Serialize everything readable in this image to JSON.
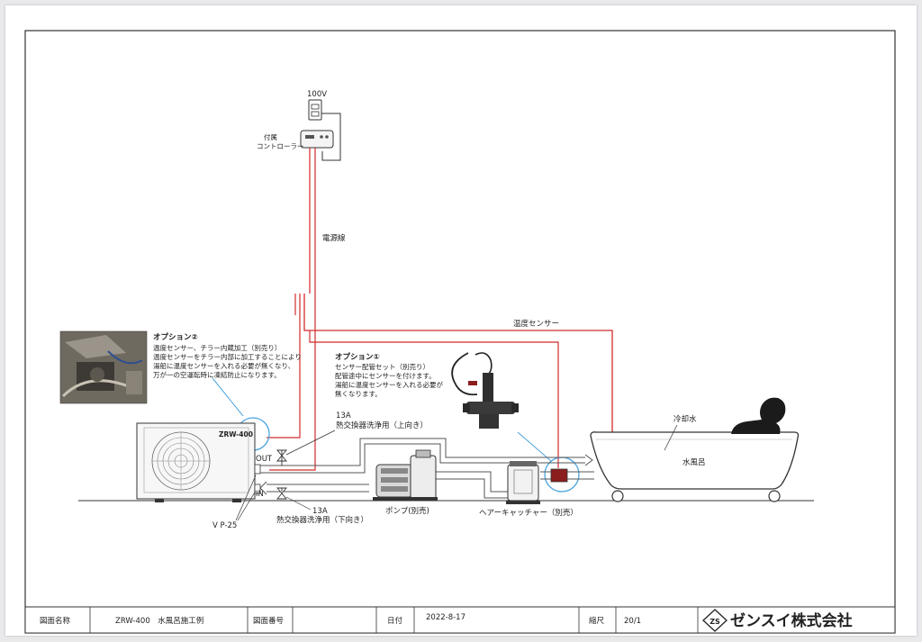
{
  "power": {
    "label": "100V"
  },
  "controller": {
    "label_line1": "付属",
    "label_line2": "コントローラー"
  },
  "power_cable": {
    "label": "電源線"
  },
  "temp_sensor_cable": {
    "label": "温度センサー"
  },
  "option2": {
    "title": "オプション②",
    "lines": [
      "温度センサー、チラー内蔵加工（別売り）",
      "温度センサーをチラー内部に加工することにより",
      "湯船に温度センサーを入れる必要が無くなり、",
      "万が一の空運転時に凍結防止になります。"
    ]
  },
  "option1": {
    "title": "オプション①",
    "lines": [
      "センサー配管セット（別売り）",
      "配管途中にセンサーを付けます。",
      "湯船に温度センサーを入れる必要が",
      "無くなります。"
    ]
  },
  "chiller": {
    "model": "ZRW-400",
    "out_label": "OUT",
    "in_label": "IN"
  },
  "pipe": {
    "label": "V P-25"
  },
  "valve_upper": {
    "size": "13A",
    "label": "熱交換器洗浄用（上向き）"
  },
  "valve_lower": {
    "size": "13A",
    "label": "熱交換器洗浄用（下向き）"
  },
  "pump": {
    "label": "ポンプ(別売)"
  },
  "hair_catcher": {
    "label": "ヘアーキャッチャー（別売）"
  },
  "bath": {
    "water_label": "冷却水",
    "tub_label": "水風呂"
  },
  "title_block": {
    "drawing_name_label": "図面名称",
    "drawing_name": "ZRW-400　水風呂施工例",
    "drawing_no_label": "図面番号",
    "drawing_no": "",
    "date_label": "日付",
    "date": "2022-8-17",
    "scale_label": "縮尺",
    "scale": "20/1",
    "company_mark": "ZS",
    "company": "ゼンスイ株式会社"
  },
  "colors": {
    "sensor_wire": "#d22b2b",
    "pipe_outline": "#555555",
    "frame": "#333333"
  }
}
